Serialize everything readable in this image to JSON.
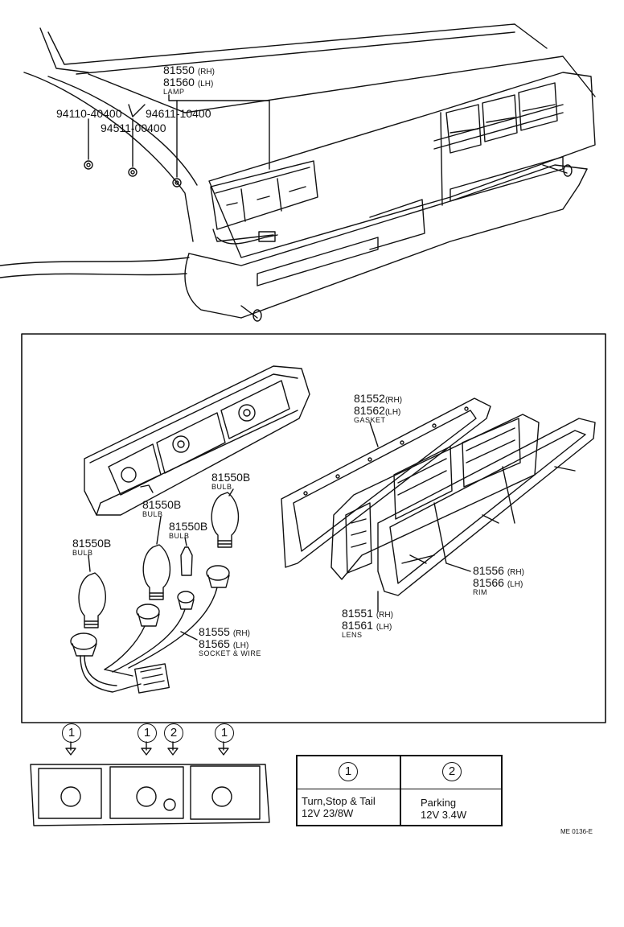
{
  "top_view": {
    "lamp": {
      "pn_rh": "81550",
      "rh": "(RH)",
      "pn_lh": "81560",
      "lh": "(LH)",
      "caption": "LAMP"
    },
    "nut1": "94110-40400",
    "nut2": "94611-10400",
    "nut3": "94511-00400"
  },
  "exploded_view": {
    "gasket": {
      "pn_rh": "81552",
      "rh": "(RH)",
      "pn_lh": "81562",
      "lh": "(LH)",
      "caption": "GASKET"
    },
    "bulb_a": {
      "pn": "81550B",
      "caption": "BULB"
    },
    "bulb_b": {
      "pn": "81550B",
      "caption": "BULB"
    },
    "bulb_c": {
      "pn": "81550B",
      "caption": "BULB"
    },
    "bulb_d": {
      "pn": "81550B",
      "caption": "BULB"
    },
    "rim": {
      "pn_rh": "81556",
      "rh": "(RH)",
      "pn_lh": "81566",
      "lh": "(LH)",
      "caption": "RIM"
    },
    "socket": {
      "pn_rh": "81555",
      "rh": "(RH)",
      "pn_lh": "81565",
      "lh": "(LH)",
      "caption": "SOCKET & WIRE"
    },
    "lens": {
      "pn_rh": "81551",
      "rh": "(RH)",
      "pn_lh": "81561",
      "lh": "(LH)",
      "caption": "LENS"
    }
  },
  "bulb_layout": {
    "markers": [
      "1",
      "1",
      "2",
      "1"
    ]
  },
  "legend": {
    "col1_num": "1",
    "col2_num": "2",
    "col1_line1": "Turn,Stop & Tail",
    "col1_line2": "12V  23/8W",
    "col2_line1": "Parking",
    "col2_line2": "12V  3.4W"
  },
  "figure_code": "ME 0136-E"
}
